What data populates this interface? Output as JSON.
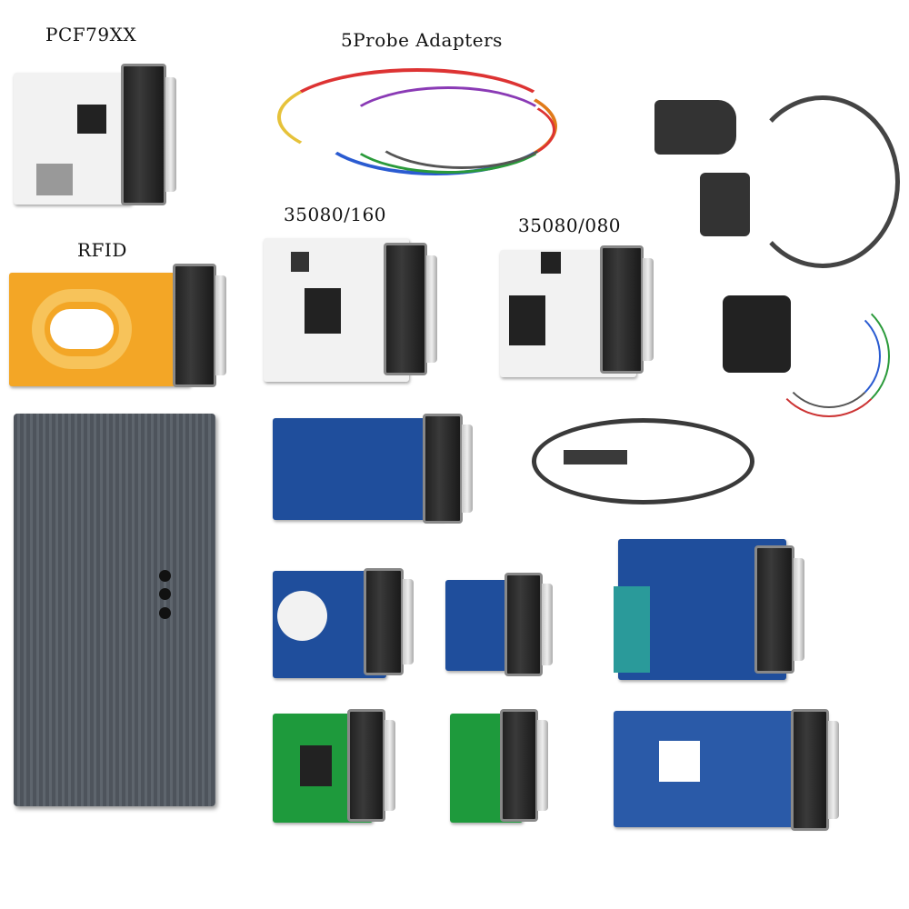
{
  "labels": {
    "pcf79xx": "PCF79XX",
    "probe_adapters": "5Probe Adapters",
    "eeprom_35080_160": "35080/160",
    "eeprom_35080_080": "35080/080",
    "rfid": "RFID"
  },
  "colors": {
    "white_pcb": "#f2f2f2",
    "blue_pcb": "#1f4e9c",
    "green_pcb": "#1e9a3c",
    "yellow_pcb": "#f3a626",
    "aluminum_box": "#4e545c",
    "cable": "#3a3a3a"
  }
}
